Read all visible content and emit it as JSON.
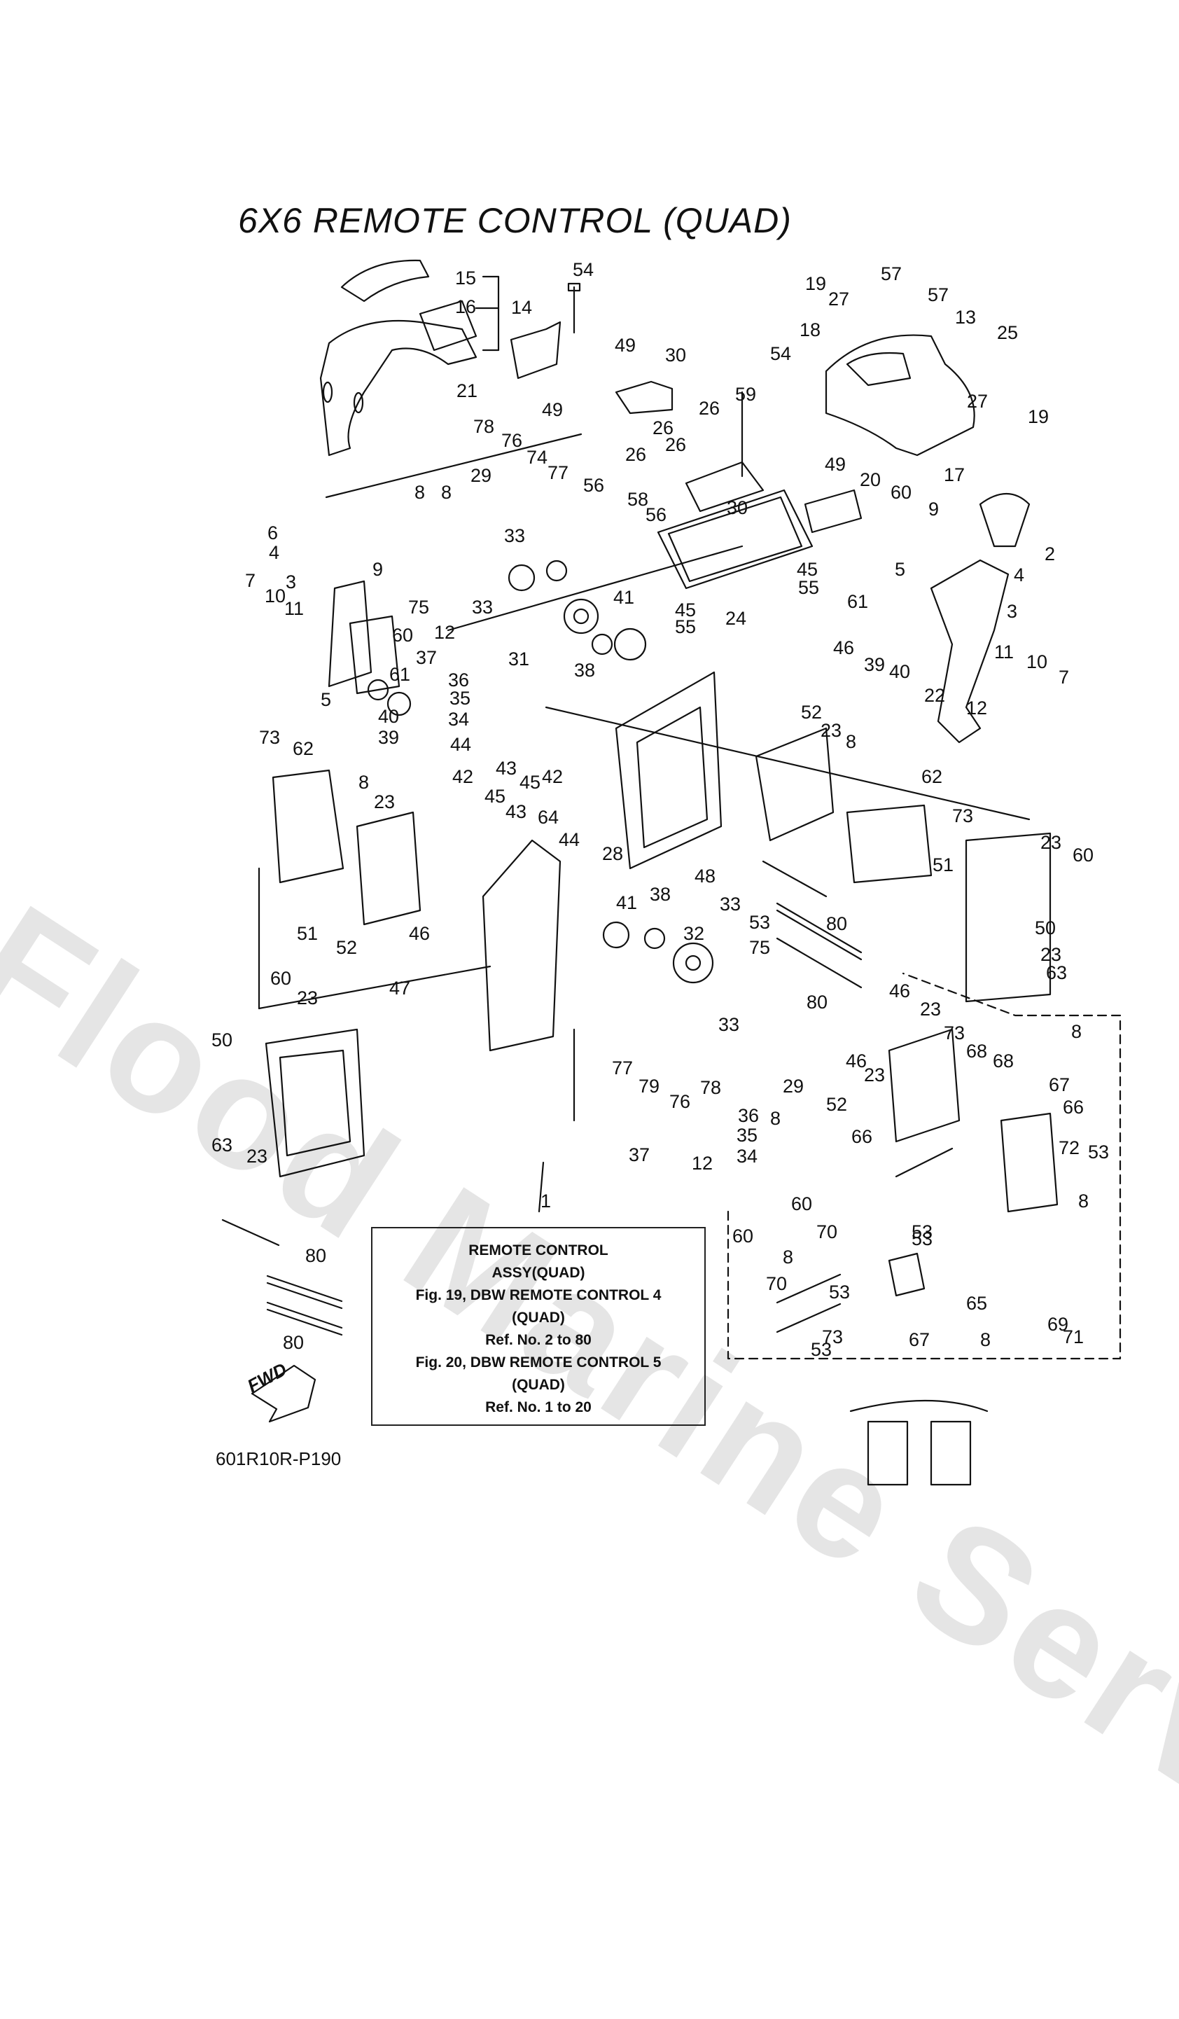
{
  "title": "6X6 REMOTE CONTROL (QUAD)",
  "watermark": "Flood Marine Services",
  "drawing_code": "601R10R-P190",
  "fwd_label": "FWD",
  "note": {
    "ref": "1",
    "lines": [
      "REMOTE CONTROL",
      "ASSY(QUAD)",
      "Fig. 19, DBW REMOTE CONTROL 4",
      "(QUAD)",
      "Ref. No. 2 to 80",
      "Fig. 20, DBW REMOTE CONTROL 5",
      "(QUAD)",
      "Ref. No. 1 to 20"
    ]
  },
  "callouts": [
    {
      "n": "15"
    },
    {
      "n": "16"
    },
    {
      "n": "14"
    },
    {
      "n": "21"
    },
    {
      "n": "54"
    },
    {
      "n": "49"
    },
    {
      "n": "30"
    },
    {
      "n": "19"
    },
    {
      "n": "27"
    },
    {
      "n": "57"
    },
    {
      "n": "57"
    },
    {
      "n": "13"
    },
    {
      "n": "18"
    },
    {
      "n": "25"
    },
    {
      "n": "54"
    },
    {
      "n": "26"
    },
    {
      "n": "59"
    },
    {
      "n": "26"
    },
    {
      "n": "26"
    },
    {
      "n": "26"
    },
    {
      "n": "27"
    },
    {
      "n": "19"
    },
    {
      "n": "49"
    },
    {
      "n": "78"
    },
    {
      "n": "76"
    },
    {
      "n": "74"
    },
    {
      "n": "77"
    },
    {
      "n": "56"
    },
    {
      "n": "58"
    },
    {
      "n": "49"
    },
    {
      "n": "17"
    },
    {
      "n": "20"
    },
    {
      "n": "8"
    },
    {
      "n": "29"
    },
    {
      "n": "8"
    },
    {
      "n": "56"
    },
    {
      "n": "30"
    },
    {
      "n": "60"
    },
    {
      "n": "9"
    },
    {
      "n": "2"
    },
    {
      "n": "6"
    },
    {
      "n": "4"
    },
    {
      "n": "33"
    },
    {
      "n": "4"
    },
    {
      "n": "9"
    },
    {
      "n": "45"
    },
    {
      "n": "55"
    },
    {
      "n": "5"
    },
    {
      "n": "7"
    },
    {
      "n": "3"
    },
    {
      "n": "10"
    },
    {
      "n": "11"
    },
    {
      "n": "75"
    },
    {
      "n": "33"
    },
    {
      "n": "41"
    },
    {
      "n": "24"
    },
    {
      "n": "61"
    },
    {
      "n": "3"
    },
    {
      "n": "60"
    },
    {
      "n": "12"
    },
    {
      "n": "45"
    },
    {
      "n": "55"
    },
    {
      "n": "37"
    },
    {
      "n": "31"
    },
    {
      "n": "61"
    },
    {
      "n": "38"
    },
    {
      "n": "36"
    },
    {
      "n": "46"
    },
    {
      "n": "39"
    },
    {
      "n": "40"
    },
    {
      "n": "11"
    },
    {
      "n": "10"
    },
    {
      "n": "7"
    },
    {
      "n": "35"
    },
    {
      "n": "5"
    },
    {
      "n": "40"
    },
    {
      "n": "39"
    },
    {
      "n": "34"
    },
    {
      "n": "22"
    },
    {
      "n": "12"
    },
    {
      "n": "44"
    },
    {
      "n": "52"
    },
    {
      "n": "23"
    },
    {
      "n": "8"
    },
    {
      "n": "73"
    },
    {
      "n": "62"
    },
    {
      "n": "43"
    },
    {
      "n": "45"
    },
    {
      "n": "42"
    },
    {
      "n": "62"
    },
    {
      "n": "8"
    },
    {
      "n": "42"
    },
    {
      "n": "45"
    },
    {
      "n": "43"
    },
    {
      "n": "73"
    },
    {
      "n": "23"
    },
    {
      "n": "64"
    },
    {
      "n": "44"
    },
    {
      "n": "23"
    },
    {
      "n": "60"
    },
    {
      "n": "28"
    },
    {
      "n": "48"
    },
    {
      "n": "51"
    },
    {
      "n": "41"
    },
    {
      "n": "38"
    },
    {
      "n": "33"
    },
    {
      "n": "53"
    },
    {
      "n": "80"
    },
    {
      "n": "50"
    },
    {
      "n": "51"
    },
    {
      "n": "46"
    },
    {
      "n": "32"
    },
    {
      "n": "52"
    },
    {
      "n": "75"
    },
    {
      "n": "23"
    },
    {
      "n": "63"
    },
    {
      "n": "47"
    },
    {
      "n": "80"
    },
    {
      "n": "33"
    },
    {
      "n": "46"
    },
    {
      "n": "60"
    },
    {
      "n": "23"
    },
    {
      "n": "23"
    },
    {
      "n": "73"
    },
    {
      "n": "8"
    },
    {
      "n": "50"
    },
    {
      "n": "68"
    },
    {
      "n": "68"
    },
    {
      "n": "46"
    },
    {
      "n": "67"
    },
    {
      "n": "66"
    },
    {
      "n": "77"
    },
    {
      "n": "23"
    },
    {
      "n": "79"
    },
    {
      "n": "76"
    },
    {
      "n": "78"
    },
    {
      "n": "29"
    },
    {
      "n": "52"
    },
    {
      "n": "8"
    },
    {
      "n": "36"
    },
    {
      "n": "35"
    },
    {
      "n": "66"
    },
    {
      "n": "53"
    },
    {
      "n": "72"
    },
    {
      "n": "63"
    },
    {
      "n": "23"
    },
    {
      "n": "37"
    },
    {
      "n": "12"
    },
    {
      "n": "34"
    },
    {
      "n": "8"
    },
    {
      "n": "60"
    },
    {
      "n": "53"
    },
    {
      "n": "70"
    },
    {
      "n": "60"
    },
    {
      "n": "53"
    },
    {
      "n": "8"
    },
    {
      "n": "70"
    },
    {
      "n": "80"
    },
    {
      "n": "53"
    },
    {
      "n": "73"
    },
    {
      "n": "65"
    },
    {
      "n": "69"
    },
    {
      "n": "71"
    },
    {
      "n": "80"
    },
    {
      "n": "8"
    },
    {
      "n": "53"
    },
    {
      "n": "67"
    }
  ]
}
